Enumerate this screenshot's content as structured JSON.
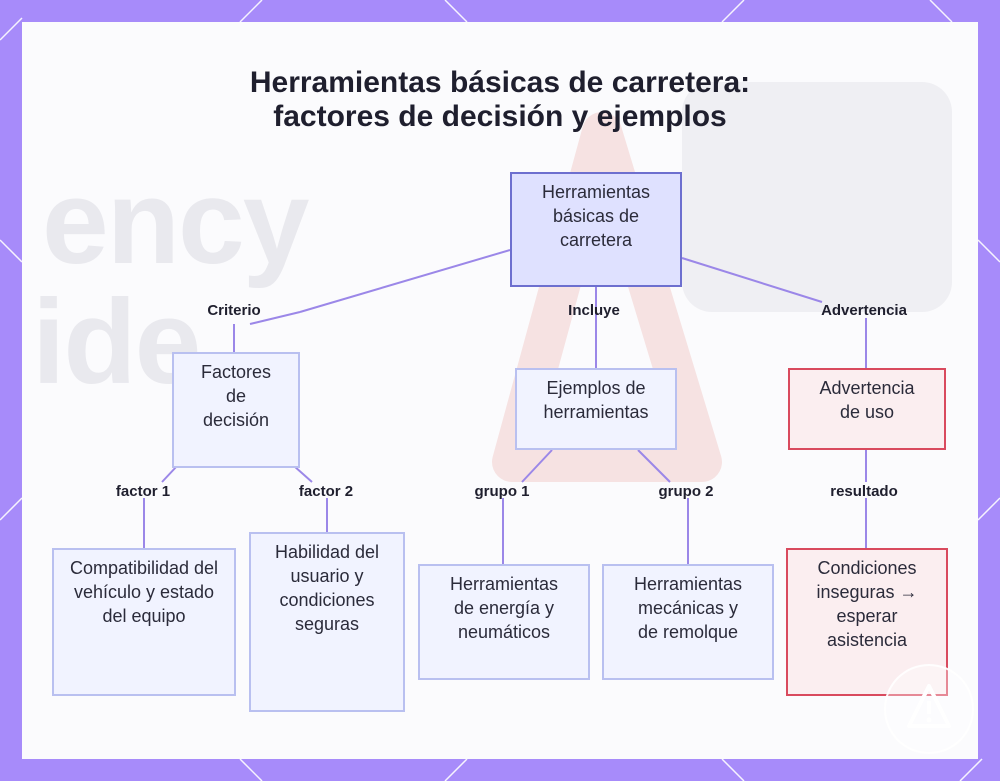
{
  "title": {
    "line1": "Herramientas básicas de carretera:",
    "line2": "factores de decisión y ejemplos"
  },
  "background": {
    "word1": "ency",
    "word2": "ide"
  },
  "nodes": {
    "root": "Herramientas básicas de carretera",
    "factors": "Factores de decisión",
    "examples": "Ejemplos de herramientas",
    "warning": "Advertencia de uso",
    "compat": "Compatibilidad del vehículo y estado del equipo",
    "skill": "Habilidad del usuario y condiciones seguras",
    "energy": "Herramientas de energía y neumáticos",
    "mechanical": "Herramientas mecánicas y de remolque",
    "unsafe": "Condiciones inseguras → esperar asistencia"
  },
  "edges": {
    "criterio": "Criterio",
    "incluye": "Incluye",
    "advertencia": "Advertencia",
    "factor1": "factor 1",
    "factor2": "factor 2",
    "grupo1": "grupo 1",
    "grupo2": "grupo 2",
    "resultado": "resultado"
  },
  "colors": {
    "frame": "#a78bfa",
    "line": "#9b87e8",
    "root_border": "#6d6fcf",
    "node_border": "#b9c0f0",
    "warning_border": "#d94a5e"
  },
  "icons": {
    "logo": "warning-triangle-logo-icon"
  }
}
